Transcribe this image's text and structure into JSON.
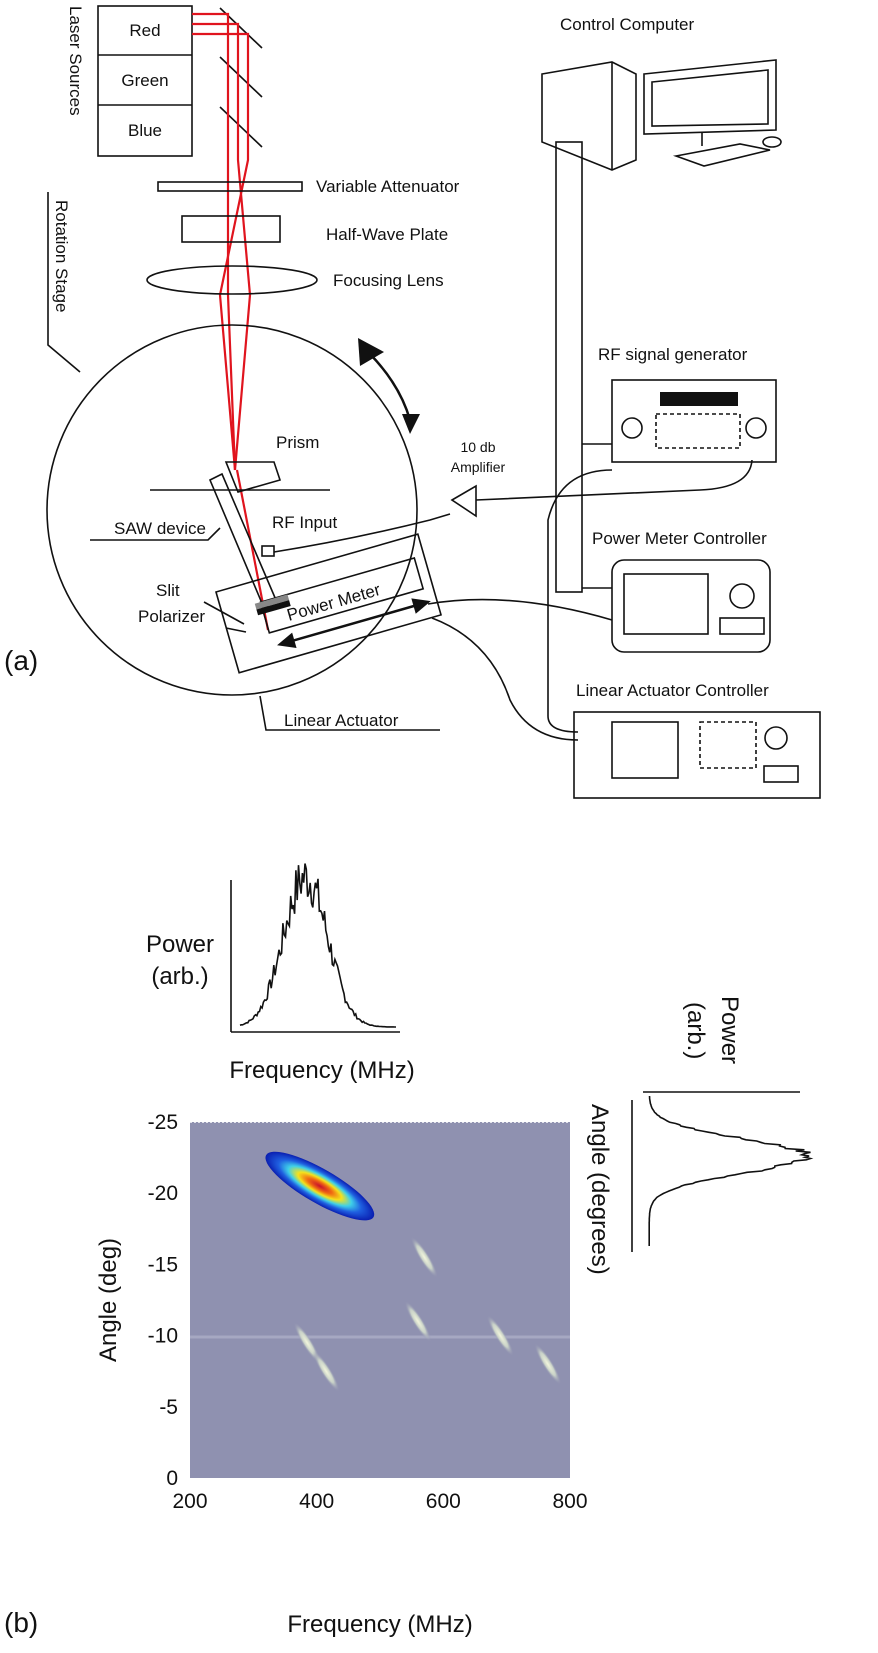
{
  "panel_a": {
    "tag": "(a)",
    "laser_sources_title": "Laser Sources",
    "sources": [
      "Red",
      "Green",
      "Blue"
    ],
    "rotation_stage": "Rotation Stage",
    "variable_attenuator": "Variable Attenuator",
    "half_wave_plate": "Half-Wave Plate",
    "focusing_lens": "Focusing Lens",
    "prism": "Prism",
    "saw_device": "SAW device",
    "rf_input": "RF Input",
    "amplifier_line1": "10 db",
    "amplifier_line2": "Amplifier",
    "slit": "Slit",
    "polarizer": "Polarizer",
    "power_meter": "Power Meter",
    "linear_actuator": "Linear Actuator",
    "control_computer": "Control Computer",
    "rf_signal_generator": "RF signal generator",
    "power_meter_controller": "Power Meter Controller",
    "linear_actuator_controller": "Linear Actuator Controller",
    "laser_color": "#e0141e"
  },
  "panel_b": {
    "tag": "(b)",
    "top_inset": {
      "ylabel_line1": "Power",
      "ylabel_line2": "(arb.)",
      "xlabel": "Frequency (MHz)"
    },
    "side_inset": {
      "ylabel_line1": "Power",
      "ylabel_line2": "(arb.)",
      "xlabel": "Angle (degrees)"
    },
    "background_color": "#8f91b0"
  },
  "chart_data": {
    "type": "heatmap",
    "xlabel": "Frequency (MHz)",
    "ylabel": "Angle (deg)",
    "xlim": [
      200,
      800
    ],
    "ylim": [
      0,
      -25
    ],
    "x_ticks": [
      "200",
      "400",
      "600",
      "800"
    ],
    "y_ticks": [
      "0",
      "-5",
      "-10",
      "-15",
      "-20",
      "-25"
    ],
    "features": [
      {
        "freq_mhz": 405,
        "angle_deg": -20.5,
        "intensity": "high"
      },
      {
        "freq_mhz": 570,
        "angle_deg": -15.5,
        "intensity": "low"
      },
      {
        "freq_mhz": 385,
        "angle_deg": -9.5,
        "intensity": "low"
      },
      {
        "freq_mhz": 415,
        "angle_deg": -7.5,
        "intensity": "low"
      },
      {
        "freq_mhz": 560,
        "angle_deg": -11,
        "intensity": "low"
      },
      {
        "freq_mhz": 690,
        "angle_deg": -10,
        "intensity": "low"
      },
      {
        "freq_mhz": 765,
        "angle_deg": -8,
        "intensity": "low"
      }
    ]
  }
}
